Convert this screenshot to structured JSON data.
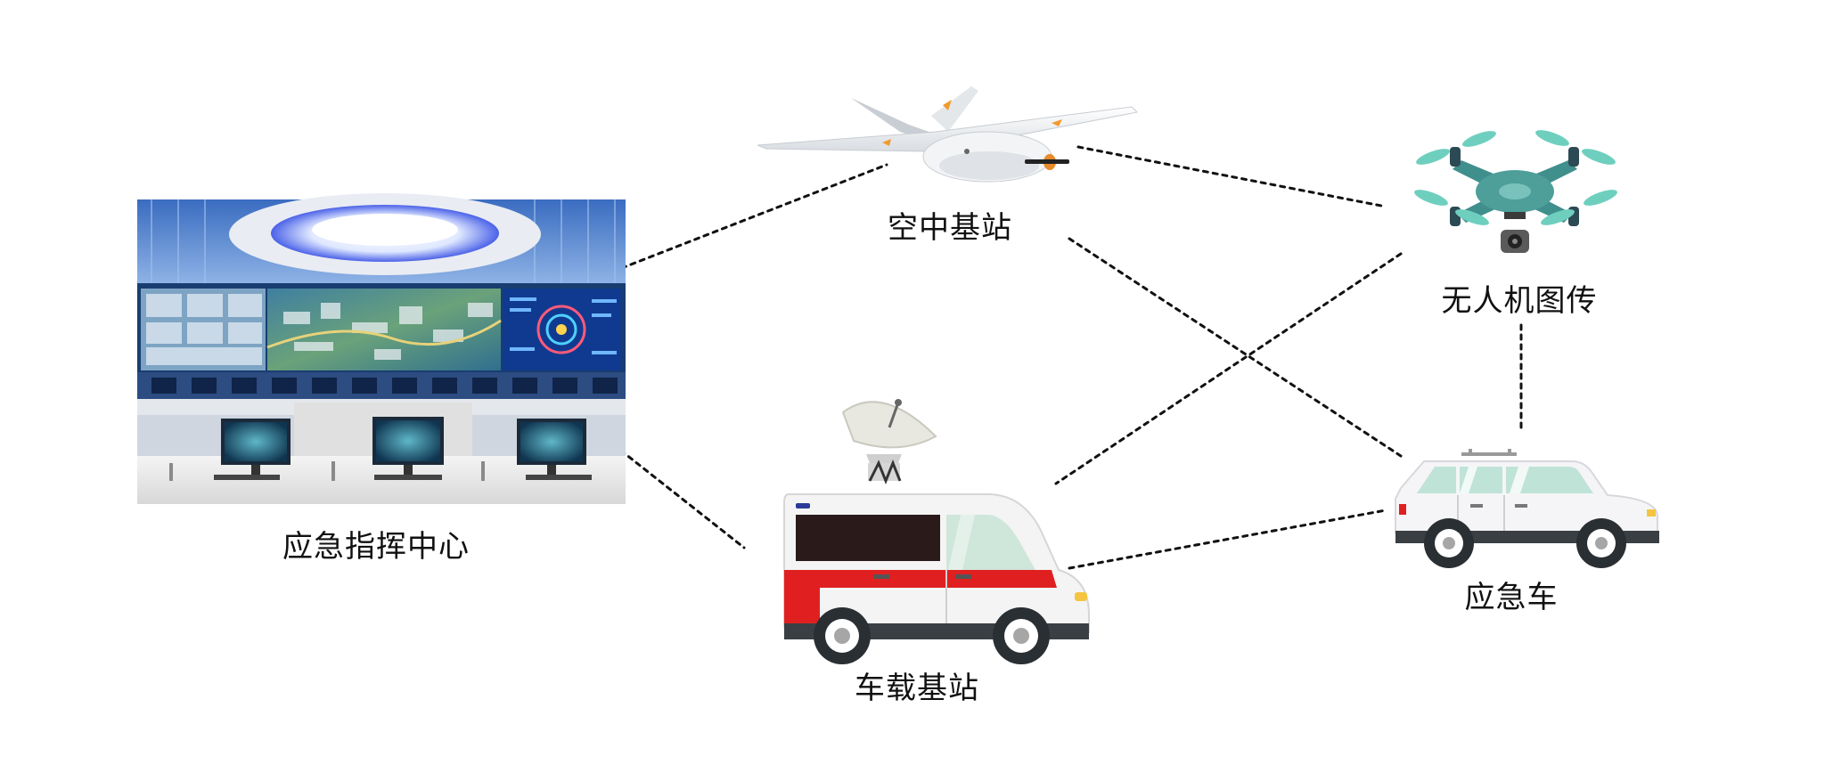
{
  "nodes": {
    "command_center": {
      "label": "应急指挥中心"
    },
    "air_base_station": {
      "label": "空中基站"
    },
    "drone_video": {
      "label": "无人机图传"
    },
    "vehicle_base_station": {
      "label": "车载基站"
    },
    "emergency_vehicle": {
      "label": "应急车"
    }
  },
  "links": [
    {
      "from": "command_center",
      "to": "air_base_station",
      "style": "dotted"
    },
    {
      "from": "command_center",
      "to": "vehicle_base_station",
      "style": "dotted"
    },
    {
      "from": "air_base_station",
      "to": "drone_video",
      "style": "dotted"
    },
    {
      "from": "air_base_station",
      "to": "emergency_vehicle",
      "style": "dotted"
    },
    {
      "from": "drone_video",
      "to": "vehicle_base_station",
      "style": "dotted"
    },
    {
      "from": "drone_video",
      "to": "emergency_vehicle",
      "style": "dotted"
    },
    {
      "from": "vehicle_base_station",
      "to": "emergency_vehicle",
      "style": "dotted"
    }
  ],
  "colors": {
    "link": "#111111",
    "ambulance_stripe": "#e02020",
    "drone_body": "#3f8f8c",
    "drone_propeller": "#6fcfbf",
    "screen_blue": "#1f4fa8"
  }
}
